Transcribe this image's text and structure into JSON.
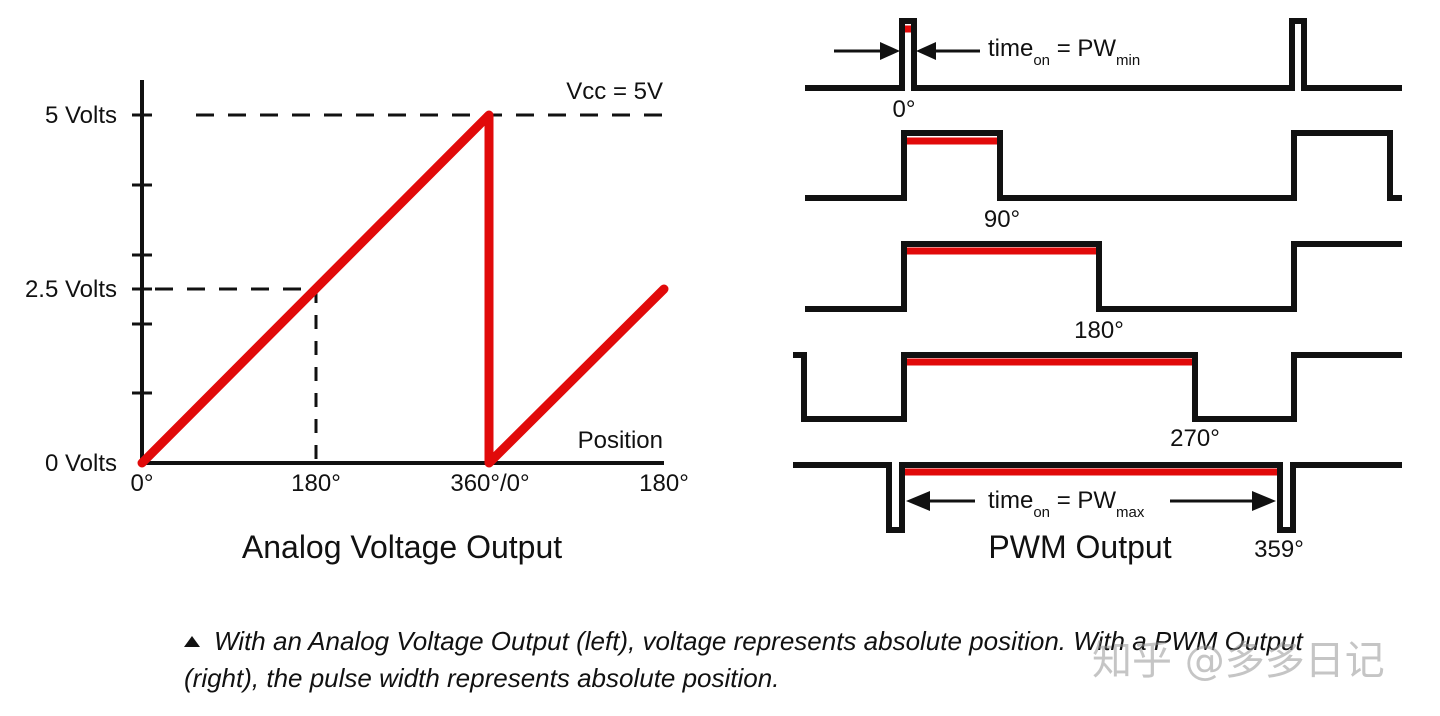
{
  "colors": {
    "ink": "#111111",
    "signal": "#e10a0a"
  },
  "analog": {
    "title": "Analog Voltage Output",
    "y_labels": {
      "v5": "5 Volts",
      "v25": "2.5 Volts",
      "v0": "0 Volts"
    },
    "x_labels": {
      "p0": "0°",
      "p180": "180°",
      "p360": "360°/0°",
      "p180b": "180°"
    },
    "vcc_label": "Vcc = 5V",
    "axis_label": "Position"
  },
  "pwm": {
    "title": "PWM Output",
    "time_on_min": {
      "main": "time",
      "sub": "on",
      "eq": " = PW",
      "sub2": "min"
    },
    "time_on_max": {
      "main": "time",
      "sub": "on",
      "eq": " = PW",
      "sub2": "max"
    },
    "pulse_labels": {
      "d0": "0°",
      "d90": "90°",
      "d180": "180°",
      "d270": "270°",
      "d359": "359°"
    }
  },
  "caption": {
    "line1": "With an Analog Voltage Output (left), voltage represents absolute position. With a PWM Output",
    "line2": "(right), the pulse width represents absolute position."
  },
  "watermark": "知乎 @多多日记"
}
